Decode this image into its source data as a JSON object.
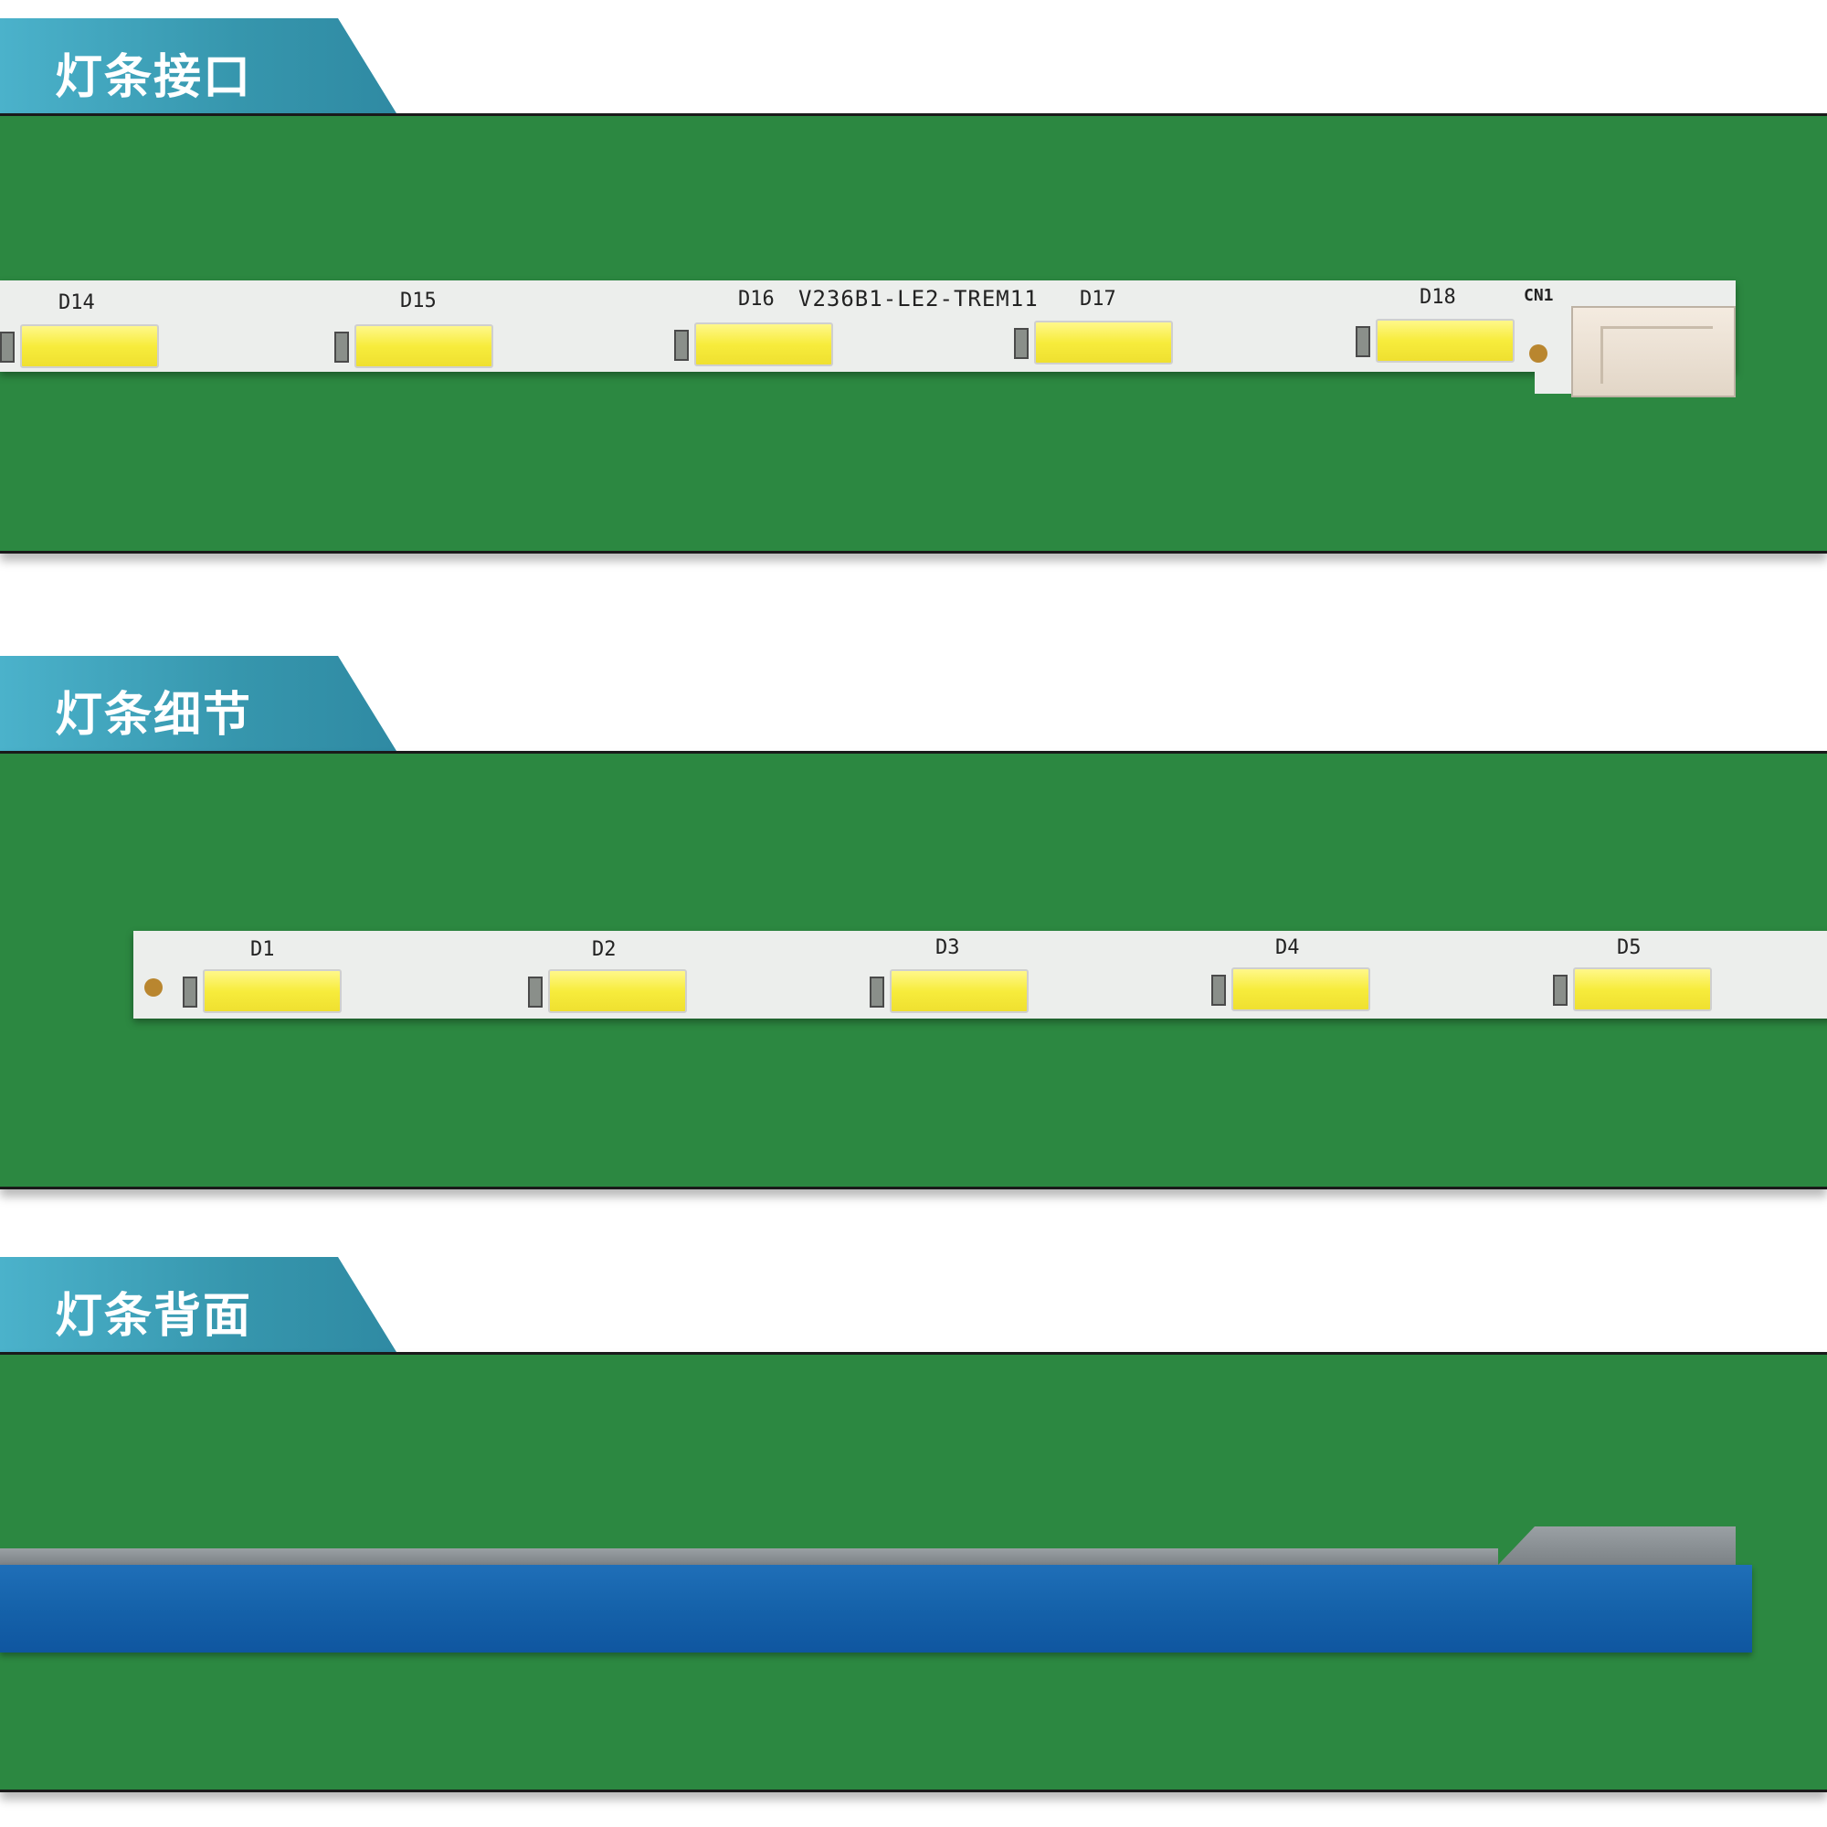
{
  "sections": [
    {
      "title": "灯条接口"
    },
    {
      "title": "灯条细节"
    },
    {
      "title": "灯条背面"
    }
  ],
  "strip_top": {
    "leds": [
      "D14",
      "D15",
      "D16",
      "D17",
      "D18"
    ],
    "part_number": "V236B1-LE2-TREM11",
    "connector_label": "CN1"
  },
  "strip_middle": {
    "leds": [
      "D1",
      "D2",
      "D3",
      "D4",
      "D5"
    ]
  },
  "colors": {
    "background_green": "#2c8841",
    "tab_blue": "#3a9fb8",
    "strip_white": "#eceeec",
    "led_yellow": "#f7ec3c",
    "back_tape_blue": "#1562aa"
  }
}
